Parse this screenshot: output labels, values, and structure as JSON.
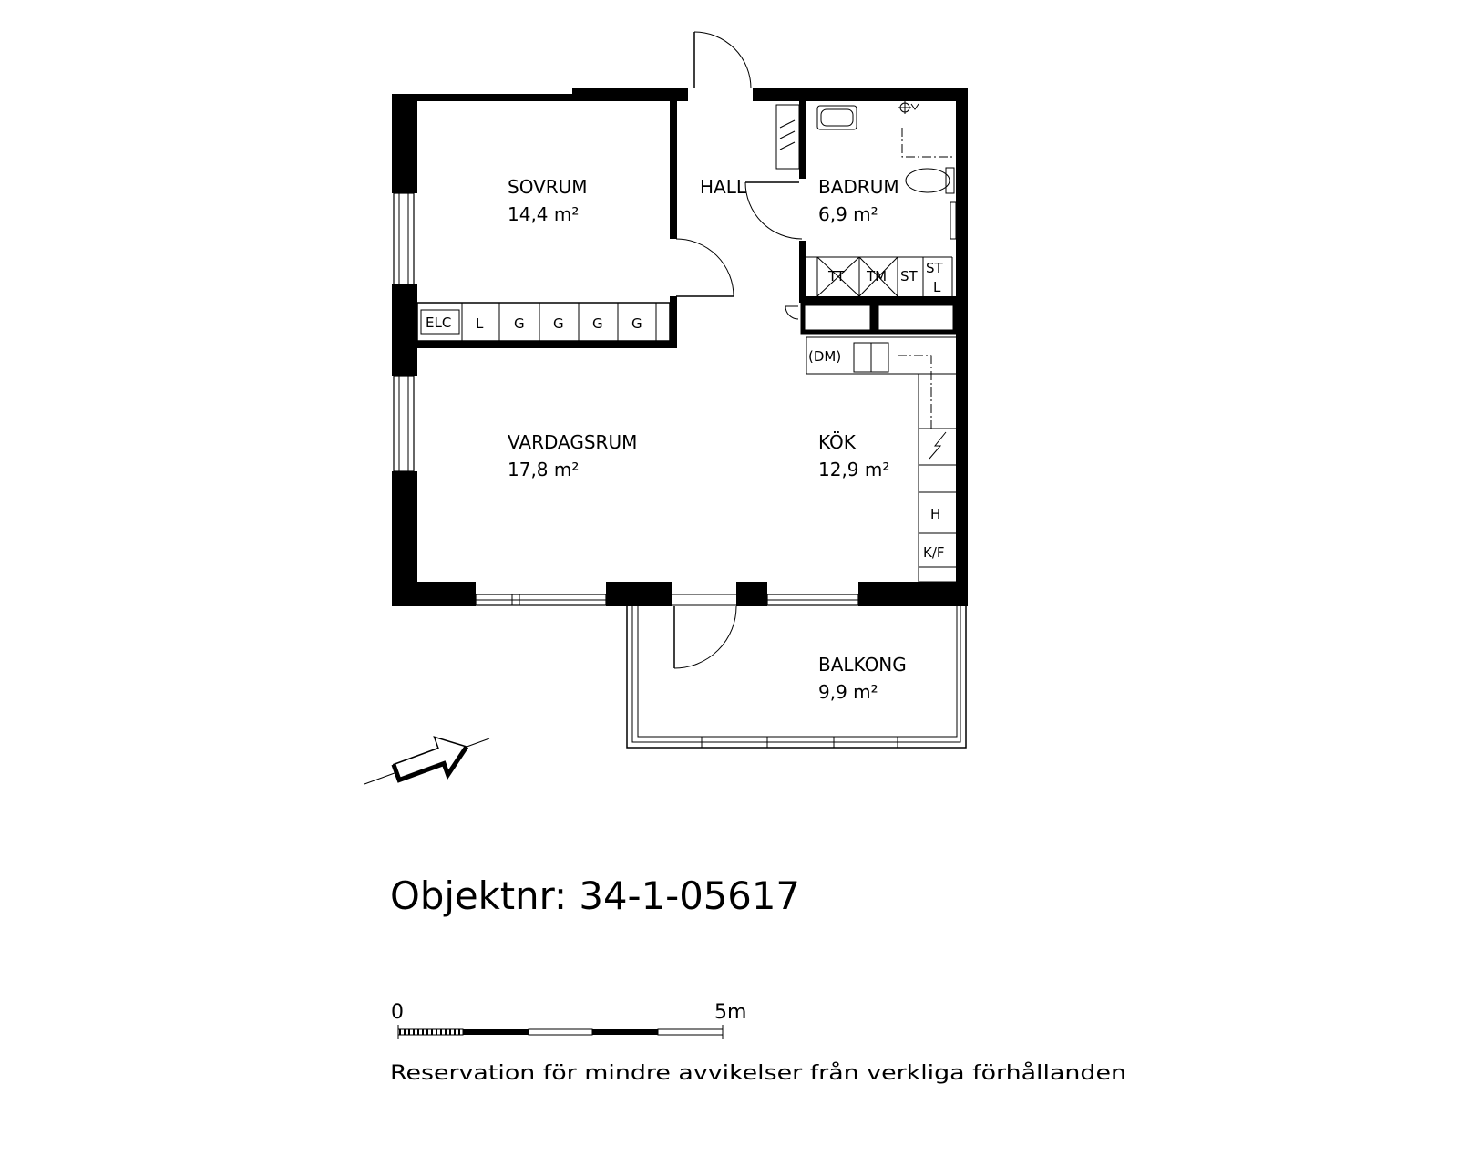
{
  "rooms": {
    "sovrum": {
      "name": "SOVRUM",
      "area": "14,4 m²"
    },
    "hall": {
      "name": "HALL"
    },
    "badrum": {
      "name": "BADRUM",
      "area": "6,9 m²"
    },
    "vardagsrum": {
      "name": "VARDAGSRUM",
      "area": "17,8 m²"
    },
    "kok": {
      "name": "KÖK",
      "area": "12,9 m²"
    },
    "balkong": {
      "name": "BALKONG",
      "area": "9,9 m²"
    }
  },
  "storage": {
    "wardrobes": [
      {
        "label": "ELC"
      },
      {
        "label": "L"
      },
      {
        "label": "G"
      },
      {
        "label": "G"
      },
      {
        "label": "G"
      },
      {
        "label": "G"
      }
    ]
  },
  "bathroom_units": {
    "tt": "TT",
    "tm": "TM",
    "st": "ST",
    "st_l_top": "ST",
    "st_l_bottom": "L"
  },
  "kitchen_units": {
    "dm": "(DM)",
    "h": "H",
    "kf": "K/F"
  },
  "title": {
    "object_number": "Objektnr: 34-1-05617"
  },
  "scale_bar": {
    "start_label": "0",
    "end_label": "5m"
  },
  "disclaimer": "Reservation för mindre avvikelser från verkliga förhållanden",
  "icons": {
    "north_arrow": "north-arrow-icon"
  },
  "colors": {
    "line": "#000000",
    "background": "#ffffff"
  }
}
